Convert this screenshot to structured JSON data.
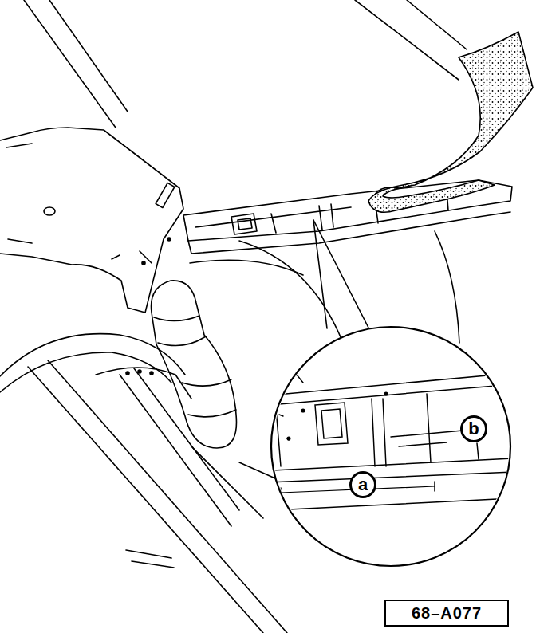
{
  "diagram": {
    "nodes": [
      {
        "text": [
          "a"
        ]
      },
      {
        "text": [
          "b"
        ]
      },
      {
        "text": [
          "68–A077"
        ]
      }
    ],
    "edges": []
  }
}
